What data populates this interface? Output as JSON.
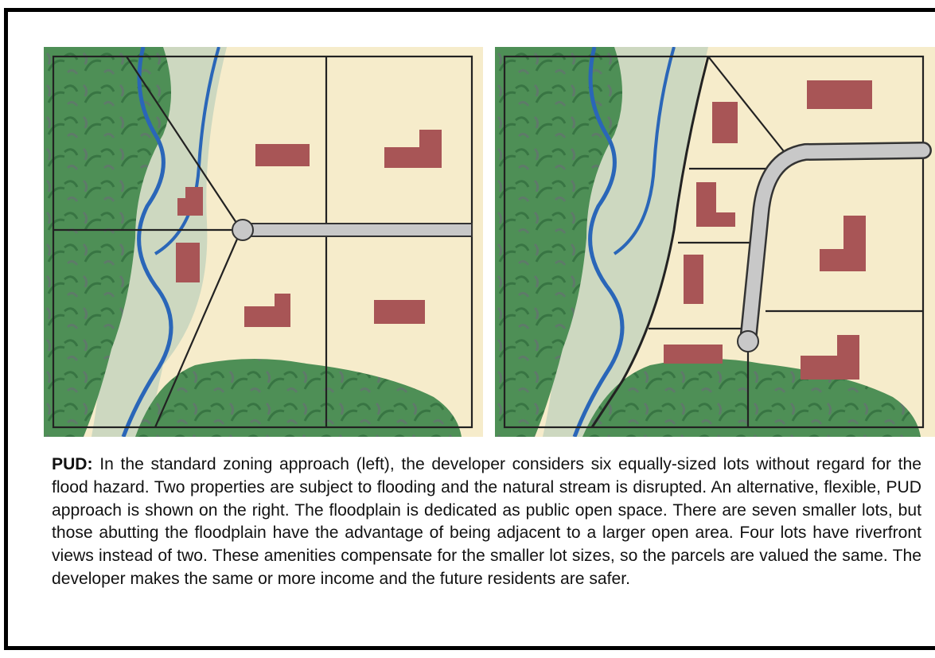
{
  "caption": {
    "label": "PUD:",
    "text": " In the standard zoning approach (left), the developer considers six equally-sized lots without regard for the flood hazard. Two properties are subject to flooding and the natural stream is disrupted. An alternative, flexible, PUD approach is shown on the right. The floodplain is dedicated as public open space. There are seven smaller lots, but those abutting the floodplain have the advantage of being adjacent to a larger open area. Four lots have riverfront views instead of two. These amenities compensate for the smaller lot sizes, so the parcels are valued the same. The developer makes the same or more income and the future residents are safer."
  },
  "colors": {
    "background": "#f6eccb",
    "forest": "#4e8f56",
    "forest_dark": "#3c7a45",
    "floodplain": "#cdd8c0",
    "stream": "#2a66b8",
    "house": "#a85556",
    "road": "#c8c8c8",
    "line": "#222222"
  },
  "icons": [
    "forest",
    "stream",
    "house",
    "road",
    "lot-line"
  ]
}
